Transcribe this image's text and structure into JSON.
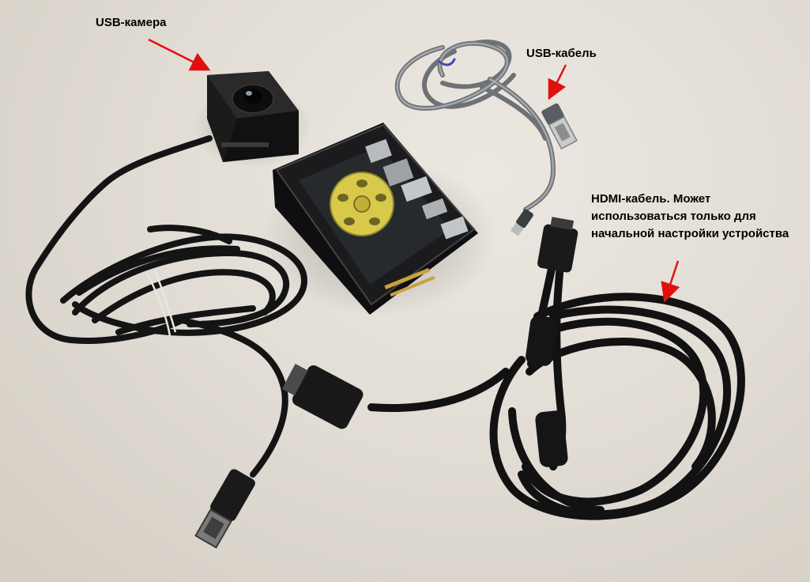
{
  "labels": {
    "usb_camera": "USB-камера",
    "usb_cable": "USB-кабель",
    "hdmi_cable_line1": "HDMI-кабель. Может",
    "hdmi_cable_line2": "использоваться только для",
    "hdmi_cable_line3": "начальной настройки устройства"
  },
  "colors": {
    "background": "#e2ddd5",
    "arrow": "#e01010",
    "black_cable": "#141414",
    "grey_cable": "#8d9094",
    "board_fan": "#d8c94a",
    "acrylic_case": "#1b1b1d"
  }
}
